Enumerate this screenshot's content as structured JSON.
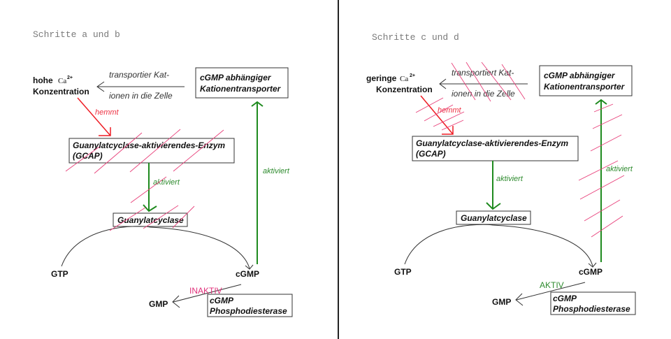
{
  "panels": [
    {
      "title": "Schritte a und b",
      "ca_prefix": "hohe",
      "ca_symbol": "Ca",
      "ca_charge": "2+",
      "ca_suffix": "Konzentration",
      "transport_line1": "transportier Kat-",
      "transport_line2": "ionen in die Zelle",
      "transporter_line1": "cGMP abhängiger",
      "transporter_line2": "Kationentransporter",
      "inhibits": "hemmt",
      "gcap_line1": "Guanylatcyclase-aktivierendes-Enzym",
      "gcap_line2": "(GCAP)",
      "activates_gc": "aktiviert",
      "activates_transporter": "aktiviert",
      "guanylatcyclase": "Guanylatcyclase",
      "gtp": "GTP",
      "cgmp": "cGMP",
      "gmp": "GMP",
      "pde_line1": "cGMP",
      "pde_line2": "Phosphodiesterase",
      "pde_state": "INAKTIV"
    },
    {
      "title": "Schritte c und d",
      "ca_prefix": "geringe",
      "ca_symbol": "Ca",
      "ca_charge": "2+",
      "ca_suffix": "Konzentration",
      "transport_line1": "transportiert Kat-",
      "transport_line2": "ionen in die Zelle",
      "transporter_line1": "cGMP abhängiger",
      "transporter_line2": "Kationentransporter",
      "inhibits": "hemmt",
      "gcap_line1": "Guanylatcyclase-aktivierendes-Enzym",
      "gcap_line2": "(GCAP)",
      "activates_gc": "aktiviert",
      "activates_transporter": "aktiviert",
      "guanylatcyclase": "Guanylatcyclase",
      "gtp": "GTP",
      "cgmp": "cGMP",
      "gmp": "GMP",
      "pde_line1": "cGMP",
      "pde_line2": "Phosphodiesterase",
      "pde_state": "AKTIV"
    }
  ],
  "colors": {
    "activation": "#1e8a1e",
    "inhibition": "#ee1c24",
    "strikethrough": "#e8407a",
    "inactive_label": "#e0307a",
    "active_label": "#2e8b2e"
  }
}
